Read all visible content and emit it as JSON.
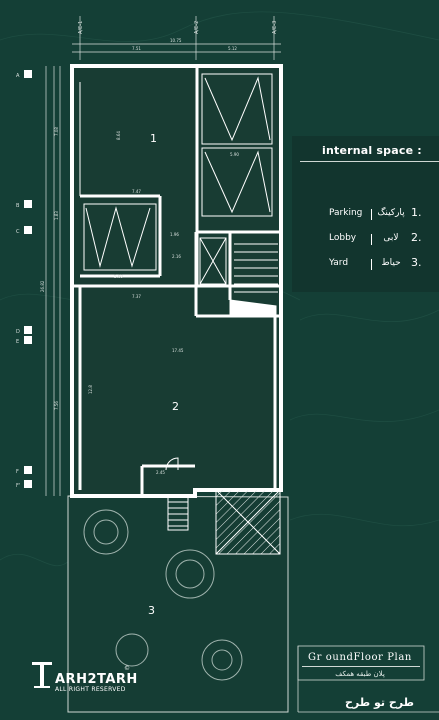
{
  "legend": {
    "title": "internal space :",
    "items": [
      {
        "en": "Parking",
        "fa": "پارکینگ",
        "num": "1."
      },
      {
        "en": "Lobby",
        "fa": "لابی",
        "num": "2."
      },
      {
        "en": "Yard",
        "fa": "حیاط",
        "num": "3."
      }
    ]
  },
  "rooms": [
    "1",
    "2",
    "3"
  ],
  "axes_top": [
    "A/E-1",
    "A/E-2",
    "A/E-3"
  ],
  "axes_left": [
    "A",
    "B",
    "C",
    "D",
    "E",
    "F",
    "F'"
  ],
  "dims_top": [
    "10.75",
    "7.51",
    "5.12"
  ],
  "dims_left": [
    "7.08",
    "1.83",
    "26.82",
    "7.56"
  ],
  "dims_inner": [
    "8.64",
    "7.47",
    "5.90",
    "1.96",
    "2.16",
    "5.60",
    "17.45",
    "12.8",
    "7.37",
    "2.45"
  ],
  "sheet": {
    "title": "Gr oundFloor Plan",
    "subtitle": "پلان طبقه همکف"
  },
  "brand": {
    "logo_text": "ARH2TARH",
    "rights": "ALL RIGHT RESERVED",
    "reg": "©",
    "fa": "طرح تو طرح"
  },
  "colors": {
    "background": "#143f36",
    "panel": "#12352e",
    "plan_fill": "#183c33",
    "wall": "#ffffff"
  }
}
